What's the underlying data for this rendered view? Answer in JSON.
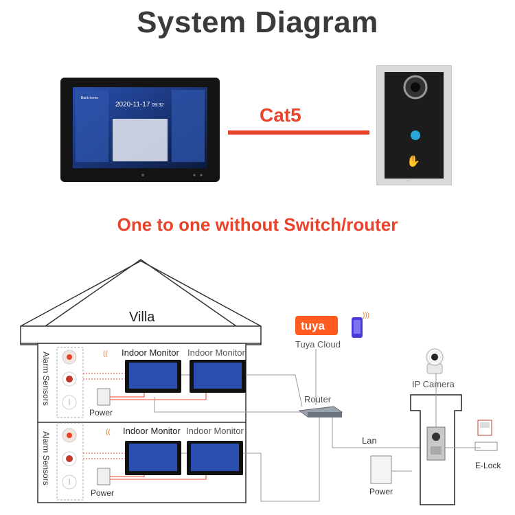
{
  "title": "System Diagram",
  "link_label": "Cat5",
  "subtitle": "One to one without Switch/router",
  "monitor_screen": {
    "date": "2020-11-17",
    "time": "09:32",
    "back_home": "Back home"
  },
  "house_label": "Villa",
  "cloud_label": "Tuya Cloud",
  "tuya_logo": "tuya",
  "router_label": "Router",
  "lan_label": "Lan",
  "ip_camera_label": "IP Camera",
  "elock_label": "E-Lock",
  "floors": [
    {
      "alarm": "Alarm Sensors",
      "monitor1": "Indoor Monitor",
      "monitor2": "Indoor Monitor",
      "power": "Power"
    },
    {
      "alarm": "Alarm Sensors",
      "monitor1": "Indoor Monitor",
      "monitor2": "Indoor Monitor",
      "power": "Power"
    }
  ],
  "door_power_label": "Power",
  "colors": {
    "accent": "#e8432b",
    "wire": "#999999",
    "title": "#3a3a3a"
  },
  "icons": [
    "wifi-icon",
    "phone-icon",
    "tuya-logo-icon",
    "router-icon",
    "ip-camera-icon",
    "elock-icon",
    "alarm-sensor-icon"
  ]
}
